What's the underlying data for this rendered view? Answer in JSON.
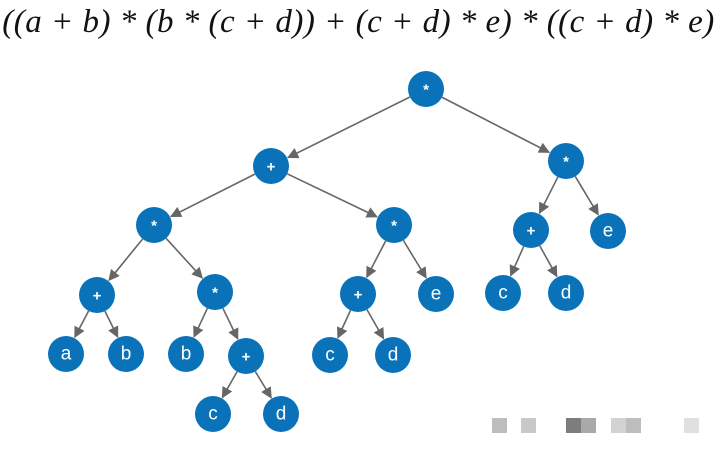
{
  "formula": "((a + b) * (b * (c + d)) + (c + d) * e) * ((c + d) * e)",
  "colors": {
    "node": "#0a72b8",
    "edge": "#666666"
  },
  "tree": {
    "nodes": [
      {
        "id": "n0",
        "label": "*",
        "kind": "operator"
      },
      {
        "id": "n1",
        "label": "+",
        "kind": "operator"
      },
      {
        "id": "n2",
        "label": "*",
        "kind": "operator"
      },
      {
        "id": "n3",
        "label": "*",
        "kind": "operator"
      },
      {
        "id": "n4",
        "label": "*",
        "kind": "operator"
      },
      {
        "id": "n5",
        "label": "+",
        "kind": "operator"
      },
      {
        "id": "n6",
        "label": "e",
        "kind": "operand"
      },
      {
        "id": "n7",
        "label": "+",
        "kind": "operator"
      },
      {
        "id": "n8",
        "label": "*",
        "kind": "operator"
      },
      {
        "id": "n9",
        "label": "+",
        "kind": "operator"
      },
      {
        "id": "n10",
        "label": "e",
        "kind": "operand"
      },
      {
        "id": "n11",
        "label": "c",
        "kind": "operand"
      },
      {
        "id": "n12",
        "label": "d",
        "kind": "operand"
      },
      {
        "id": "n13",
        "label": "a",
        "kind": "operand"
      },
      {
        "id": "n14",
        "label": "b",
        "kind": "operand"
      },
      {
        "id": "n15",
        "label": "b",
        "kind": "operand"
      },
      {
        "id": "n16",
        "label": "+",
        "kind": "operator"
      },
      {
        "id": "n17",
        "label": "c",
        "kind": "operand"
      },
      {
        "id": "n18",
        "label": "d",
        "kind": "operand"
      },
      {
        "id": "n19",
        "label": "c",
        "kind": "operand"
      },
      {
        "id": "n20",
        "label": "d",
        "kind": "operand"
      }
    ],
    "edges": [
      [
        "n0",
        "n1"
      ],
      [
        "n0",
        "n2"
      ],
      [
        "n1",
        "n3"
      ],
      [
        "n1",
        "n4"
      ],
      [
        "n2",
        "n5"
      ],
      [
        "n2",
        "n6"
      ],
      [
        "n3",
        "n7"
      ],
      [
        "n3",
        "n8"
      ],
      [
        "n4",
        "n9"
      ],
      [
        "n4",
        "n10"
      ],
      [
        "n5",
        "n11"
      ],
      [
        "n5",
        "n12"
      ],
      [
        "n7",
        "n13"
      ],
      [
        "n7",
        "n14"
      ],
      [
        "n8",
        "n15"
      ],
      [
        "n8",
        "n16"
      ],
      [
        "n9",
        "n17"
      ],
      [
        "n9",
        "n18"
      ],
      [
        "n16",
        "n19"
      ],
      [
        "n16",
        "n20"
      ]
    ]
  }
}
